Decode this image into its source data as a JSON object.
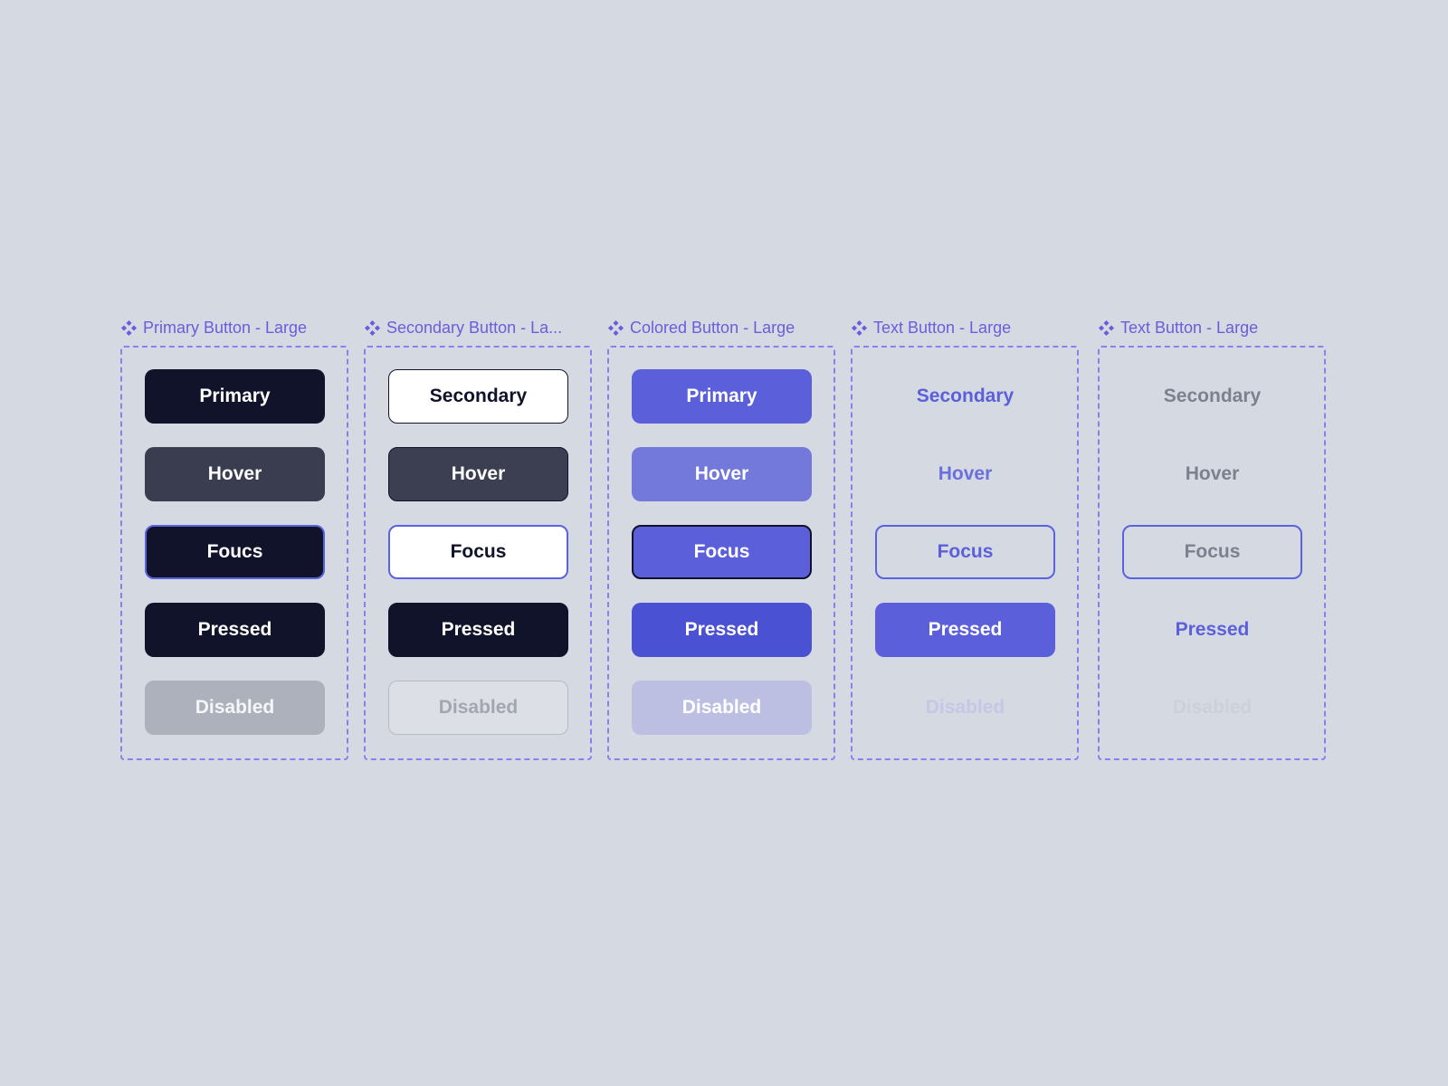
{
  "colors": {
    "canvas": "#d5d9e2",
    "frame_border": "#8b7ff0",
    "label": "#6a5ddc",
    "dark": "#11132a",
    "accent": "#5b5fd9"
  },
  "component_icon": "component-diamond-icon",
  "variants": [
    {
      "label": "Primary Button - Large",
      "buttons": [
        "Primary",
        "Hover",
        "Foucs",
        "Pressed",
        "Disabled"
      ]
    },
    {
      "label": "Secondary Button - La...",
      "buttons": [
        "Secondary",
        "Hover",
        "Focus",
        "Pressed",
        "Disabled"
      ]
    },
    {
      "label": "Colored Button - Large",
      "buttons": [
        "Primary",
        "Hover",
        "Focus",
        "Pressed",
        "Disabled"
      ]
    },
    {
      "label": "Text Button - Large",
      "buttons": [
        "Secondary",
        "Hover",
        "Focus",
        "Pressed",
        "Disabled"
      ]
    },
    {
      "label": "Text Button - Large",
      "buttons": [
        "Secondary",
        "Hover",
        "Focus",
        "Pressed",
        "Disabled"
      ]
    }
  ]
}
